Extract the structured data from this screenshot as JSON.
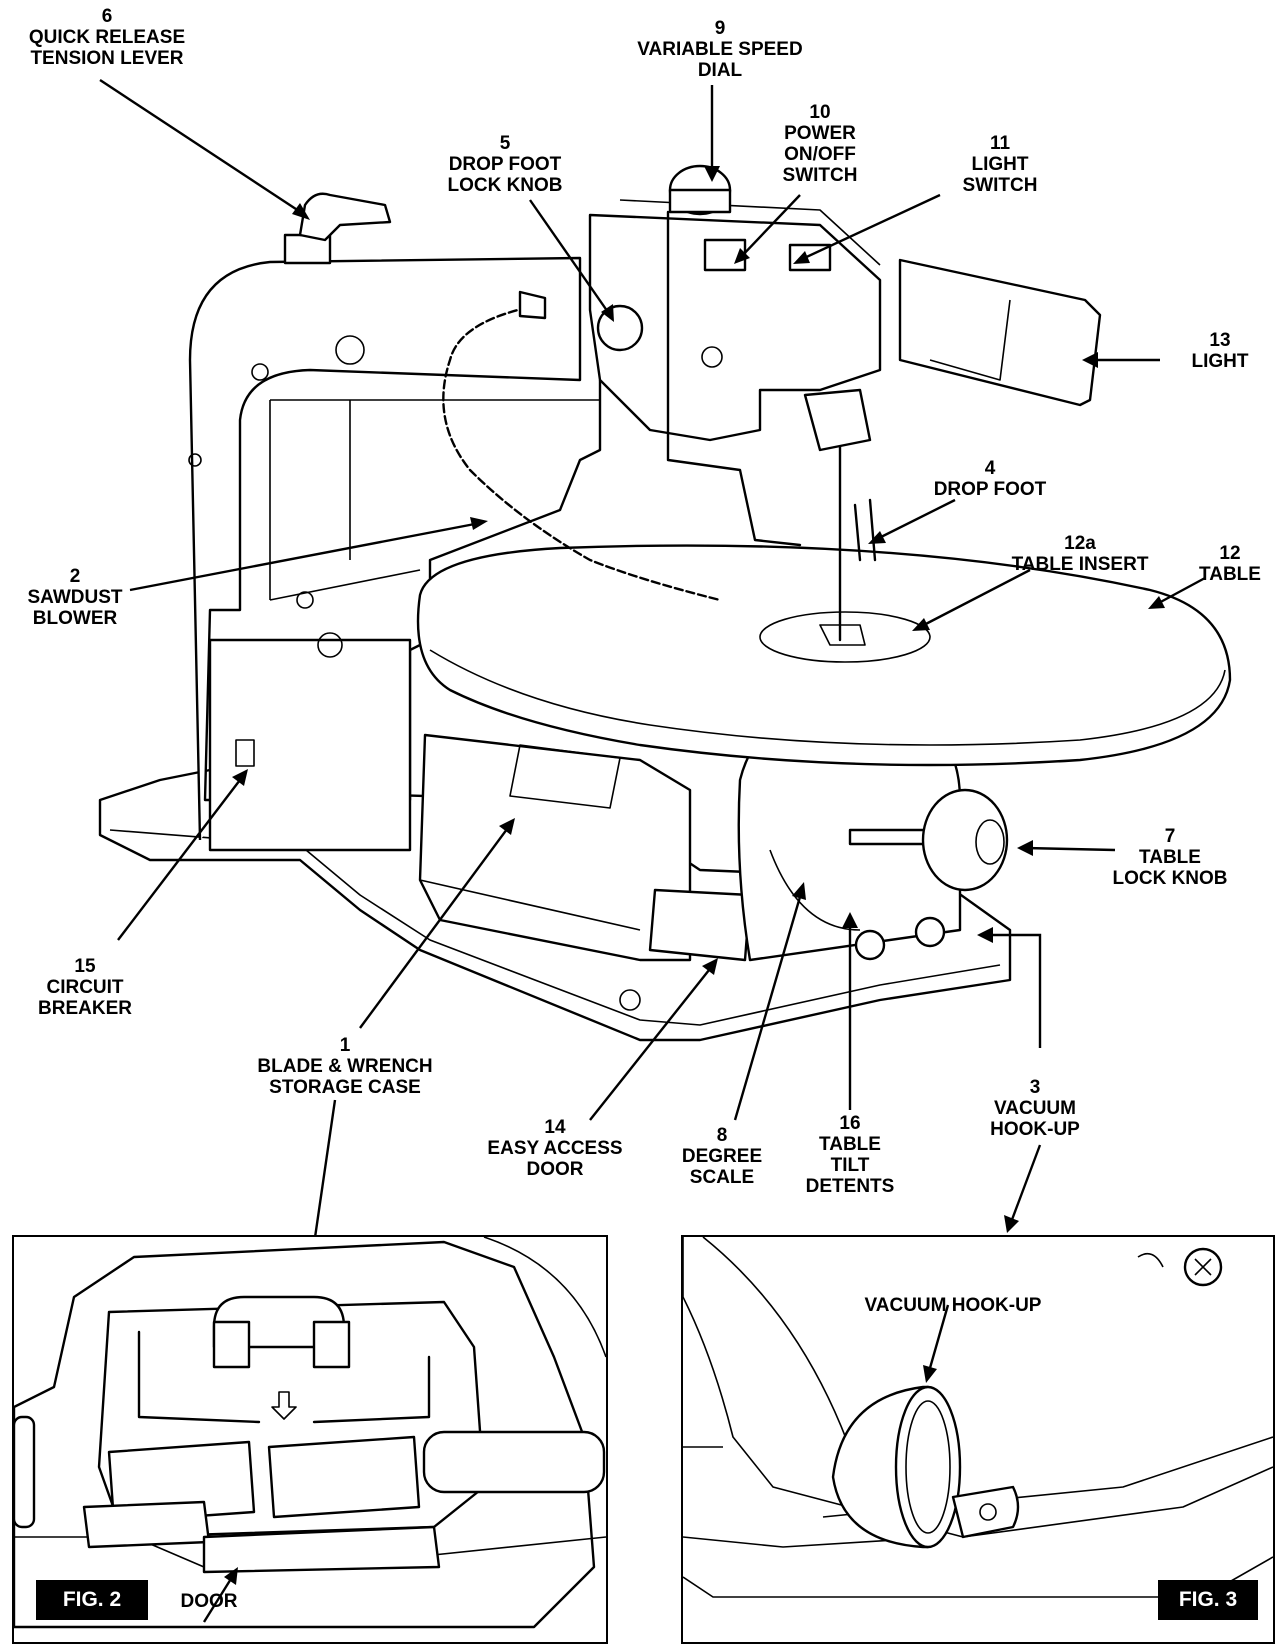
{
  "labels": {
    "quick_release": {
      "number": "6",
      "lines": [
        "QUICK RELEASE",
        "TENSION LEVER"
      ]
    },
    "variable_speed": {
      "number": "9",
      "lines": [
        "VARIABLE SPEED",
        "DIAL"
      ]
    },
    "power_switch": {
      "number": "10",
      "lines": [
        "POWER",
        "ON/OFF",
        "SWITCH"
      ]
    },
    "light_switch": {
      "number": "11",
      "lines": [
        "LIGHT",
        "SWITCH"
      ]
    },
    "drop_foot_lock": {
      "number": "5",
      "lines": [
        "DROP FOOT",
        "LOCK  KNOB"
      ]
    },
    "light": {
      "number": "13",
      "lines": [
        "LIGHT"
      ]
    },
    "drop_foot": {
      "number": "4",
      "lines": [
        "DROP FOOT"
      ]
    },
    "sawdust_blower": {
      "number": "2",
      "lines": [
        "SAWDUST",
        "BLOWER"
      ]
    },
    "table_insert": {
      "number": "12a",
      "lines": [
        "TABLE INSERT"
      ]
    },
    "table": {
      "number": "12",
      "lines": [
        "TABLE"
      ]
    },
    "table_lock": {
      "number": "7",
      "lines": [
        "TABLE",
        "LOCK KNOB"
      ]
    },
    "circuit_breaker": {
      "number": "15",
      "lines": [
        "CIRCUIT",
        "BREAKER"
      ]
    },
    "storage_case": {
      "number": "1",
      "lines": [
        "BLADE & WRENCH",
        "STORAGE CASE"
      ]
    },
    "easy_access": {
      "number": "14",
      "lines": [
        "EASY ACCESS",
        "DOOR"
      ]
    },
    "degree_scale": {
      "number": "8",
      "lines": [
        "DEGREE",
        "SCALE"
      ]
    },
    "tilt_detents": {
      "number": "16",
      "lines": [
        "TABLE",
        "TILT",
        "DETENTS"
      ]
    },
    "vacuum": {
      "number": "3",
      "lines": [
        "VACUUM",
        "HOOK-UP"
      ]
    }
  },
  "fig2": {
    "tag": "FIG. 2",
    "door_label": "DOOR"
  },
  "fig3": {
    "tag": "FIG. 3",
    "vacuum_label": "VACUUM HOOK-UP"
  }
}
